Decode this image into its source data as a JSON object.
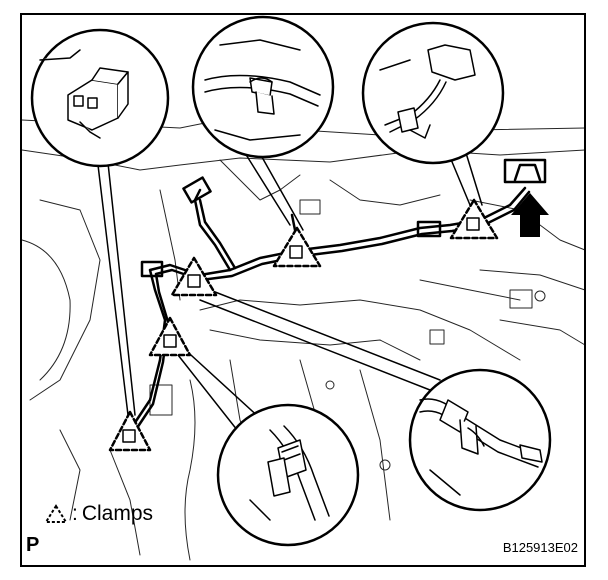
{
  "legend": {
    "symbol_name": "clamp-triangle-icon",
    "colon": ":",
    "label": "Clamps"
  },
  "corner_mark": "P",
  "figure_code": "B125913E02",
  "colors": {
    "line": "#000000",
    "background": "#ffffff"
  }
}
